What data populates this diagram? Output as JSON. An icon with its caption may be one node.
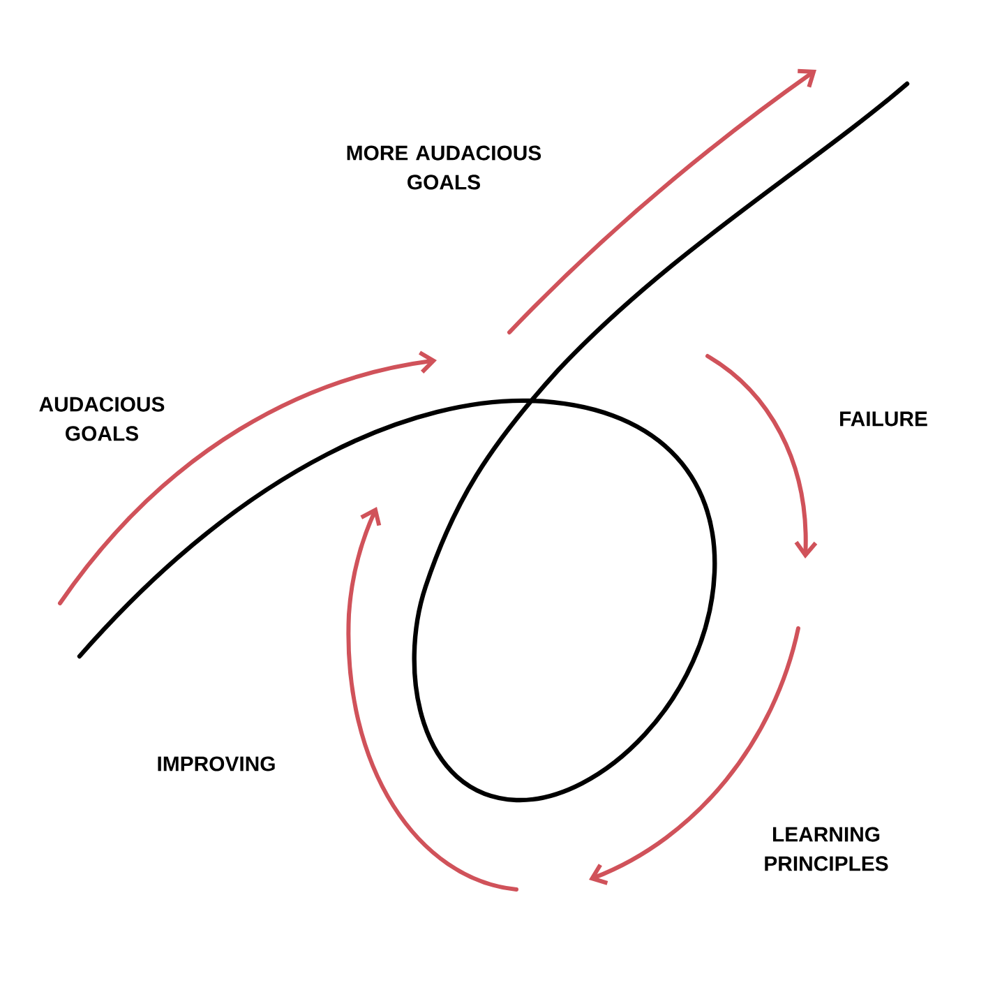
{
  "diagram": {
    "labels": [
      "MORE AUDACIOUS GOALS",
      "AUDACIOUS GOALS",
      "FAILURE",
      "IMPROVING",
      "LEARNING PRINCIPLES"
    ]
  }
}
